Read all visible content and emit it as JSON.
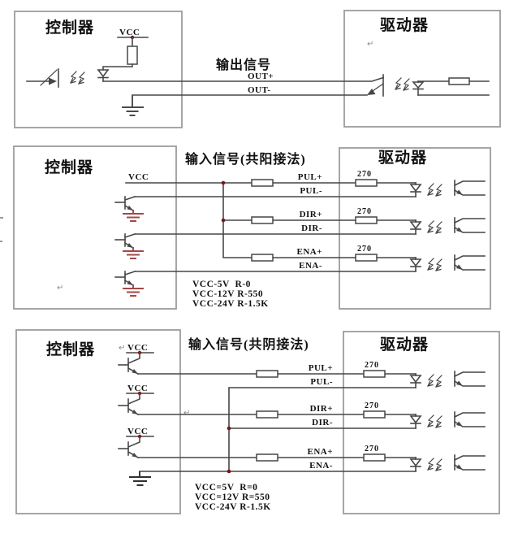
{
  "colors": {
    "wire": "#474747",
    "box_border": "#9c9c9c",
    "text": "#111111",
    "junction_dot": "#7c1416",
    "ground_red": "#a34848",
    "ground_dark": "#2f2f2f"
  },
  "top": {
    "controller_title": "控制器",
    "driver_title": "驱动器",
    "signal_title": "输出信号",
    "vcc": "VCC",
    "out_plus": "OUT+",
    "out_minus": "OUT-"
  },
  "middle": {
    "controller_title": "控制器",
    "driver_title": "驱动器",
    "signal_title": "输入信号(共阳接法)",
    "vcc": "VCC",
    "resistor_value": "270",
    "pul_plus": "PUL+",
    "pul_minus": "PUL-",
    "dir_plus": "DIR+",
    "dir_minus": "DIR-",
    "ena_plus": "ENA+",
    "ena_minus": "ENA-",
    "notes": [
      "VCC-5V  R-0",
      "VCC-12V R-550",
      "VCC-24V R-1.5K"
    ]
  },
  "bottom": {
    "controller_title": "控制器",
    "driver_title": "驱动器",
    "signal_title": "输入信号(共阴接法)",
    "vcc": "VCC",
    "resistor_value": "270",
    "pul_plus": "PUL+",
    "pul_minus": "PUL-",
    "dir_plus": "DIR+",
    "dir_minus": "DIR-",
    "ena_plus": "ENA+",
    "ena_minus": "ENA-",
    "notes": [
      "VCC=5V  R=0",
      "VCC=12V R=550",
      "VCC-24V R-1.5K"
    ]
  },
  "artifact_mark": "↵"
}
